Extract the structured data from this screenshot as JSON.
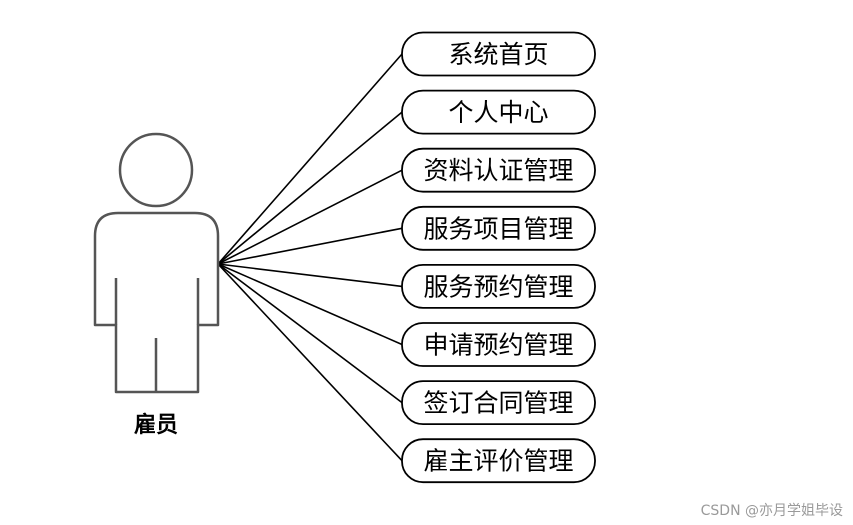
{
  "diagram": {
    "type": "use-case",
    "actor": {
      "name": "雇员",
      "icon": "person-icon"
    },
    "use_cases": [
      {
        "label": "系统首页"
      },
      {
        "label": "个人中心"
      },
      {
        "label": "资料认证管理"
      },
      {
        "label": "服务项目管理"
      },
      {
        "label": "服务预约管理"
      },
      {
        "label": "申请预约管理"
      },
      {
        "label": "签订合同管理"
      },
      {
        "label": "雇主评价管理"
      }
    ],
    "colors": {
      "stroke": "#000000",
      "actor_stroke": "#555555",
      "watermark": "#9a9a9a"
    }
  },
  "watermark": "CSDN @亦月学姐毕设"
}
